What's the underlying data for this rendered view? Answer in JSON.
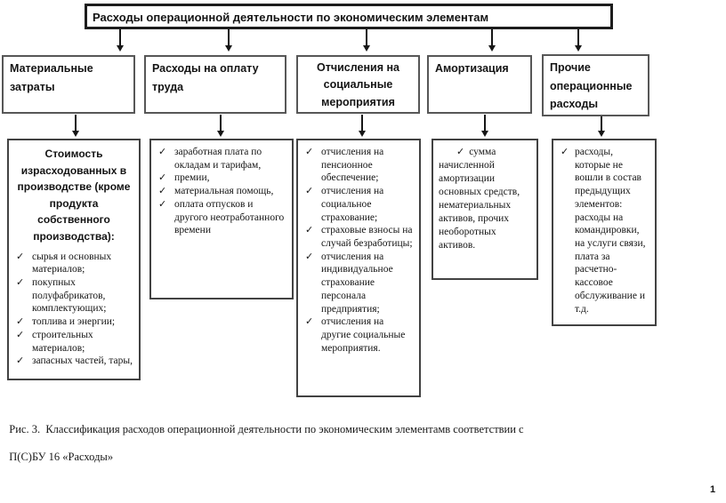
{
  "icons": {
    "check": "✓"
  },
  "diagram": {
    "root_label": "Расходы операционной деятельности по экономическим элементам",
    "columns": [
      {
        "header": "Материальные затраты",
        "detail_header": "Стоимость израсходованных в производстве (кроме продукта собственного производства):",
        "items": [
          "сырья и основных материалов;",
          "покупных полуфабрикатов, комплектующих;",
          "топлива и энергии;",
          "строительных материалов;",
          "запасных частей, тары,"
        ]
      },
      {
        "header": "Расходы на оплату труда",
        "items": [
          "заработная плата по окладам и тарифам,",
          "премии,",
          "материальная помощь,",
          "оплата отпусков и другого неотработанного времени"
        ]
      },
      {
        "header": "Отчисления на социальные мероприятия",
        "items": [
          "отчисления на пенсионное обеспечение;",
          "отчисления на социальное страхование;",
          "страховые взносы на случай безработицы;",
          "отчисления на индивидуальное страхование персонала предприятия;",
          "отчисления на другие социальные мероприятия."
        ]
      },
      {
        "header": "Амортизация",
        "items": [
          "сумма начисленной амортизации основных средств, нематериальных активов, прочих необоротных активов."
        ]
      },
      {
        "header": "Прочие операционные расходы",
        "items": [
          "расходы, которые не вошли в состав предыдущих элементов: расходы на командировки, на услуги связи, плата за расчетно-кассовое обслуживание и т.д."
        ]
      }
    ]
  },
  "caption": {
    "line1": "Рис. 3.  Классификация расходов операционной деятельности по экономическим элементамв соответствии с",
    "line2": "П(С)БУ 16 «Расходы»"
  },
  "page_number": "1"
}
